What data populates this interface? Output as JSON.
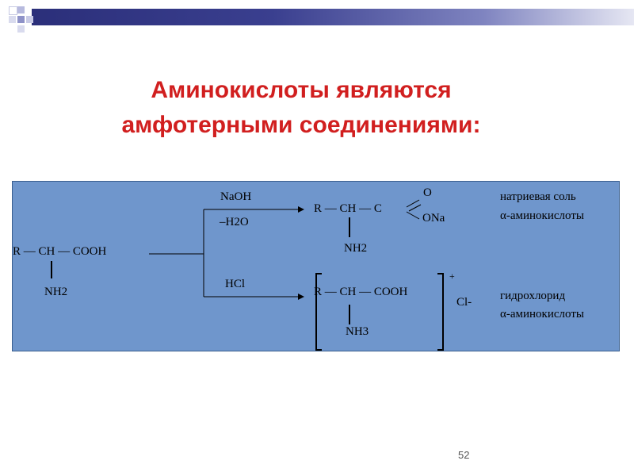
{
  "slide": {
    "title_line1": "Аминокислоты являются",
    "title_line2": "амфотерными соединениями:",
    "page_number": "52"
  },
  "reaction": {
    "reactant": {
      "formula": "R — CH — COOH",
      "group": "NH2"
    },
    "path_base": {
      "reagent": "NaOH",
      "byproduct": "–H2O",
      "product_formula": "R — CH — C",
      "product_O": "O",
      "product_ONa": "ONa",
      "product_group": "NH2",
      "name_line1": "натриевая соль",
      "name_line2": "α-аминокислоты"
    },
    "path_acid": {
      "reagent": "HCl",
      "product_formula": "R — CH — COOH",
      "product_group": "NH3",
      "charge": "+",
      "counter_ion": "Cl-",
      "name_line1": "гидрохлорид",
      "name_line2": "α-аминокислоты"
    }
  }
}
